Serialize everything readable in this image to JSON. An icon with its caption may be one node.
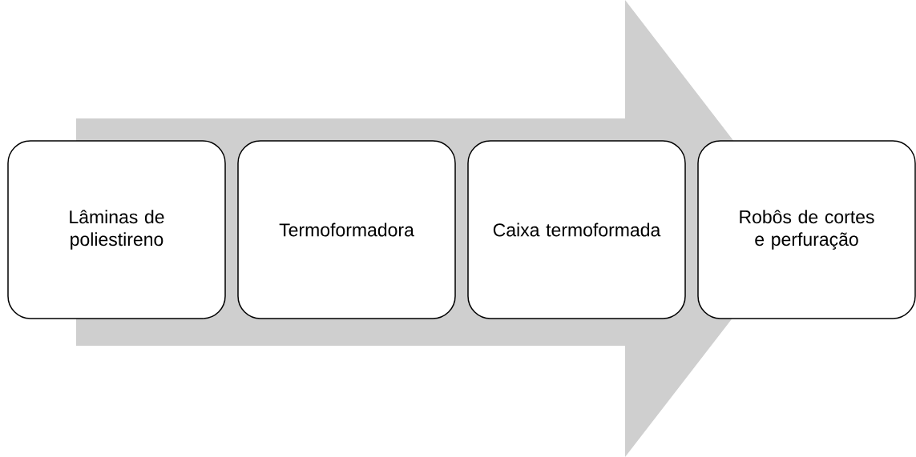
{
  "diagram": {
    "nodes": [
      {
        "text": [
          "Lâminas de poliestireno"
        ]
      },
      {
        "text": [
          "Termoformadora"
        ]
      },
      {
        "text": [
          "Caixa termoformada"
        ]
      },
      {
        "text": [
          "Robôs de cortes e perfuração"
        ]
      }
    ],
    "edges": [
      {
        "from": 0,
        "to": 3,
        "arrow": "to"
      }
    ]
  }
}
